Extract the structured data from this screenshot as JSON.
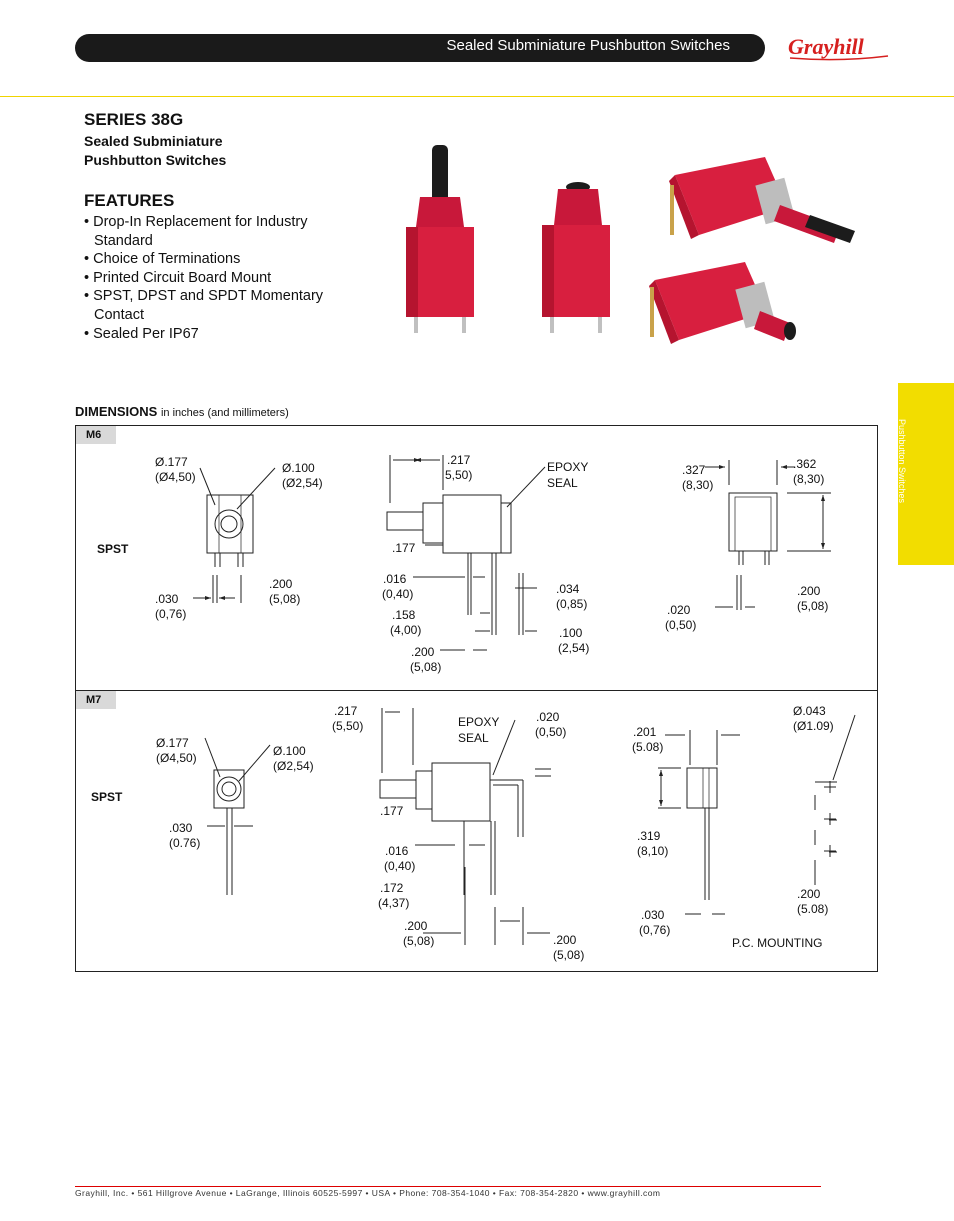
{
  "header": {
    "title": "Sealed Subminiature Pushbutton Switches",
    "logo_text": "Grayhill"
  },
  "side_tab": {
    "label": "Pushbutton Switches"
  },
  "intro": {
    "series_title": "SERIES 38G",
    "series_subtitle_line1": "Sealed Subminiature",
    "series_subtitle_line2": "Pushbutton Switches",
    "features_title": "FEATURES",
    "features": [
      "Drop-In Replacement for Industry Standard",
      "Choice of Terminations",
      "Printed Circuit Board Mount",
      "SPST, DPST and SPDT Momentary Contact",
      "Sealed Per IP67"
    ]
  },
  "dimensions": {
    "heading": "DIMENSIONS",
    "heading_sub": "in inches (and millimeters)",
    "m6": {
      "tag": "M6",
      "circuit": "SPST",
      "labels": {
        "dia177": "Ø.177",
        "dia177_mm": "(Ø4,50)",
        "dia100": "Ø.100",
        "dia100_mm": "(Ø2,54)",
        "d030": ".030",
        "d030_mm": "(0,76)",
        "d200a": ".200",
        "d200a_mm": "(5,08)",
        "d217": ".217",
        "d217_mm": "5,50)",
        "epoxy1": "EPOXY",
        "epoxy2": "SEAL",
        "d177": ".177",
        "d016": ".016",
        "d016_mm": "(0,40)",
        "d034": ".034",
        "d034_mm": "(0,85)",
        "d158": ".158",
        "d158_mm": "(4,00)",
        "d100": ".100",
        "d100_mm": "(2,54)",
        "d200b": ".200",
        "d200b_mm": "(5,08)",
        "d327": ".327",
        "d327_mm": "(8,30)",
        "d362": ".362",
        "d362_mm": "(8,30)",
        "d020": ".020",
        "d020_mm": "(0,50)",
        "d200c": ".200",
        "d200c_mm": "(5,08)"
      }
    },
    "m7": {
      "tag": "M7",
      "circuit": "SPST",
      "labels": {
        "dia177": "Ø.177",
        "dia177_mm": "(Ø4,50)",
        "dia100": "Ø.100",
        "dia100_mm": "(Ø2,54)",
        "d030": ".030",
        "d030_mm": "(0.76)",
        "d217": ".217",
        "d217_mm": "(5,50)",
        "epoxy1": "EPOXY",
        "epoxy2": "SEAL",
        "d020": ".020",
        "d020_mm": "(0,50)",
        "d177": ".177",
        "d016": ".016",
        "d016_mm": "(0,40)",
        "d172": ".172",
        "d172_mm": "(4,37)",
        "d200a": ".200",
        "d200a_mm": "(5,08)",
        "d200b": ".200",
        "d200b_mm": "(5,08)",
        "d201": ".201",
        "d201_mm": "(5.08)",
        "d319": ".319",
        "d319_mm": "(8,10)",
        "d030b": ".030",
        "d030b_mm": "(0,76)",
        "d043": "Ø.043",
        "d043_mm": "(Ø1.09)",
        "d200c": ".200",
        "d200c_mm": "(5.08)",
        "pc_mounting": "P.C. MOUNTING"
      }
    }
  },
  "footer": {
    "text": "Grayhill, Inc. • 561 Hillgrove Avenue • LaGrange, Illinois  60525-5997 • USA • Phone: 708-354-1040 • Fax: 708-354-2820 • www.grayhill.com"
  },
  "colors": {
    "header_bar": "#1a1a1a",
    "rule_yellow": "#f0d400",
    "tab_yellow": "#f2dd00",
    "logo_red": "#d6201f",
    "switch_red": "#d81f3f",
    "footer_rule": "#dd0000"
  }
}
